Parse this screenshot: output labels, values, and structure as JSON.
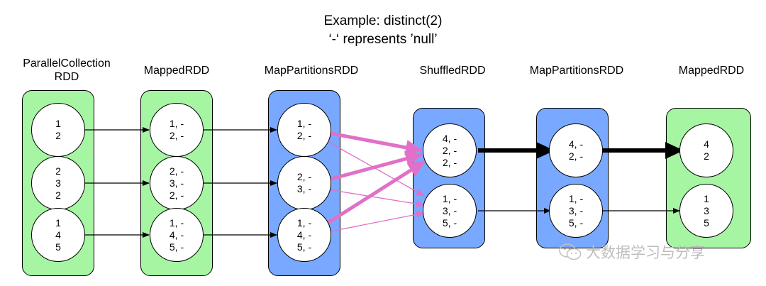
{
  "title": {
    "line1": "Example: distinct(2)",
    "line2": "‘-‘ represents ’null’"
  },
  "columns": [
    {
      "label_lines": [
        "ParallelCollection",
        "RDD"
      ],
      "color": "#a6f5a3",
      "partitions": [
        [
          "1",
          "2"
        ],
        [
          "2",
          "3",
          "2"
        ],
        [
          "1",
          "4",
          "5"
        ]
      ]
    },
    {
      "label_lines": [
        "MappedRDD"
      ],
      "color": "#a6f5a3",
      "partitions": [
        [
          "1, -",
          "2, -"
        ],
        [
          "2, -",
          "3, -",
          "2, -"
        ],
        [
          "1, -",
          "4, -",
          "5, -"
        ]
      ]
    },
    {
      "label_lines": [
        "MapPartitionsRDD"
      ],
      "color": "#78a8ff",
      "partitions": [
        [
          "1, -",
          "2, -"
        ],
        [
          "2, -",
          "3, -"
        ],
        [
          "1, -",
          "4, -",
          "5, -"
        ]
      ]
    },
    {
      "label_lines": [
        "ShuffledRDD"
      ],
      "color": "#78a8ff",
      "partitions": [
        [
          "4, -",
          "2, -",
          "2, -"
        ],
        [
          "1, -",
          "3, -",
          "5, -"
        ]
      ]
    },
    {
      "label_lines": [
        "MapPartitionsRDD"
      ],
      "color": "#78a8ff",
      "partitions": [
        [
          "4, -",
          "2, -"
        ],
        [
          "1, -",
          "3, -",
          "5, -"
        ]
      ]
    },
    {
      "label_lines": [
        "MappedRDD"
      ],
      "color": "#a6f5a3",
      "partitions": [
        [
          "4",
          "2"
        ],
        [
          "1",
          "3",
          "5"
        ]
      ]
    }
  ],
  "watermark": {
    "text": "大数据学习与分享",
    "icon": "wechat-icon"
  },
  "colors": {
    "shuffle_edge": "#e070c8",
    "narrow_edge": "#000000"
  }
}
